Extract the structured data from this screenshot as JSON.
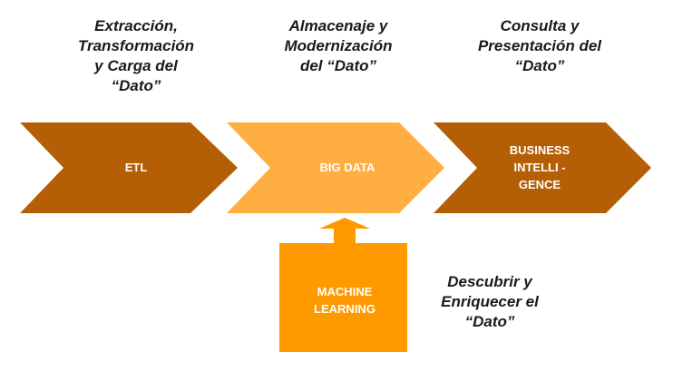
{
  "stages": [
    {
      "id": "etl",
      "label": "ETL",
      "caption": "Extracción,\nTransformación\ny Carga del\n“Dato”",
      "color": "#B45F06"
    },
    {
      "id": "big-data",
      "label": "BIG DATA",
      "caption": "Almacenaje y\nModernización\ndel “Dato”",
      "color": "#FFAE42"
    },
    {
      "id": "business-intelligence",
      "label": "BUSINESS\nINTELLI -\nGENCE",
      "caption": "Consulta y\nPresentación del\n“Dato”",
      "color": "#B45F06"
    }
  ],
  "machine_learning": {
    "label": "MACHINE\nLEARNING",
    "caption": "Descubrir y\nEnriquecer el\n“Dato”",
    "color": "#FF9900"
  }
}
